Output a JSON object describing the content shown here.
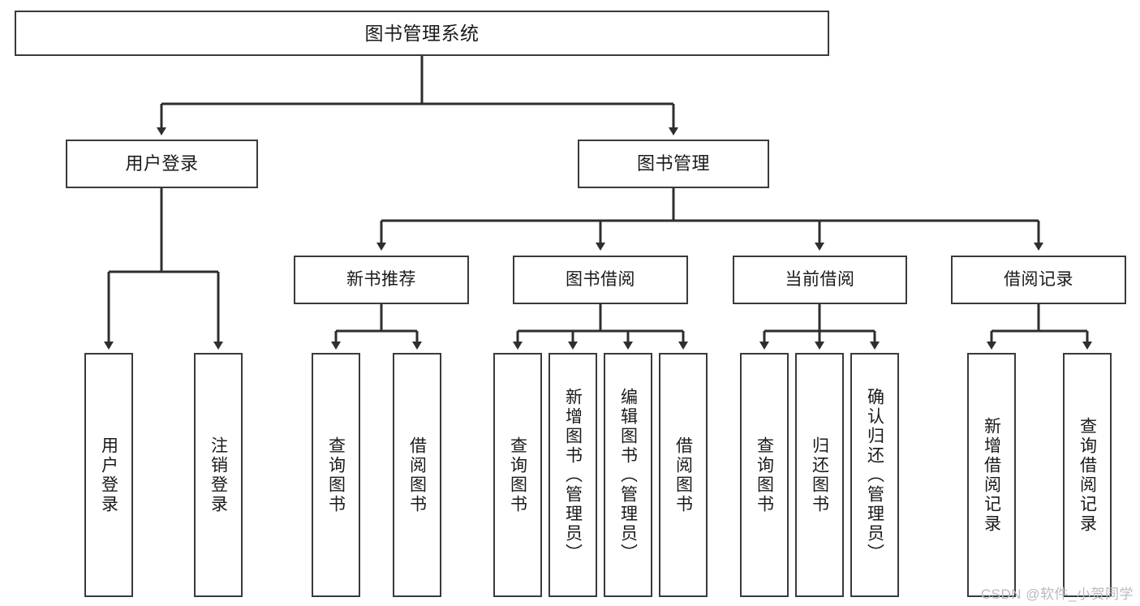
{
  "diagram": {
    "title": "图书管理系统",
    "type": "tree",
    "watermark": "CSDN @软件_小贺同学",
    "colors": {
      "stroke": "#3a3a3a",
      "fill": "#ffffff",
      "text": "#1a1a1a",
      "watermark": "#b9b9b9"
    },
    "root": {
      "label": "图书管理系统"
    },
    "level2": [
      {
        "label": "用户登录"
      },
      {
        "label": "图书管理"
      }
    ],
    "level3": [
      {
        "label": "新书推荐"
      },
      {
        "label": "图书借阅"
      },
      {
        "label": "当前借阅"
      },
      {
        "label": "借阅记录"
      }
    ],
    "leaves": {
      "user_login": [
        {
          "label": "用户登录"
        },
        {
          "label": "注销登录"
        }
      ],
      "new_book_recommend": [
        {
          "label": "查询图书"
        },
        {
          "label": "借阅图书"
        }
      ],
      "book_borrow": [
        {
          "label": "查询图书"
        },
        {
          "label": "新增图书（管理员）"
        },
        {
          "label": "编辑图书（管理员）"
        },
        {
          "label": "借阅图书"
        }
      ],
      "current_borrow": [
        {
          "label": "查询图书"
        },
        {
          "label": "归还图书"
        },
        {
          "label": "确认归还（管理员）"
        }
      ],
      "borrow_record": [
        {
          "label": "新增借阅记录"
        },
        {
          "label": "查询借阅记录"
        }
      ]
    }
  }
}
